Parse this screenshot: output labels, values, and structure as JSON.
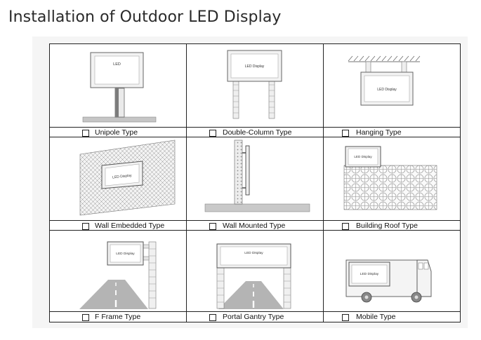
{
  "page": {
    "title": "Installation of Outdoor LED Display"
  },
  "types": [
    {
      "name": "Unipole Type",
      "sign": "LED"
    },
    {
      "name": "Double-Column Type",
      "sign": "LED Display"
    },
    {
      "name": "Hanging Type",
      "sign": "LED Display"
    },
    {
      "name": "Wall Embedded Type",
      "sign": "LED Display"
    },
    {
      "name": "Wall Mounted Type"
    },
    {
      "name": "Building Roof Type",
      "sign": "LED Display"
    },
    {
      "name": "F Frame Type",
      "sign": "LED Display"
    },
    {
      "name": "Portal Gantry Type",
      "sign": "LED Display"
    },
    {
      "name": "Mobile Type",
      "sign": "LED Display"
    }
  ]
}
